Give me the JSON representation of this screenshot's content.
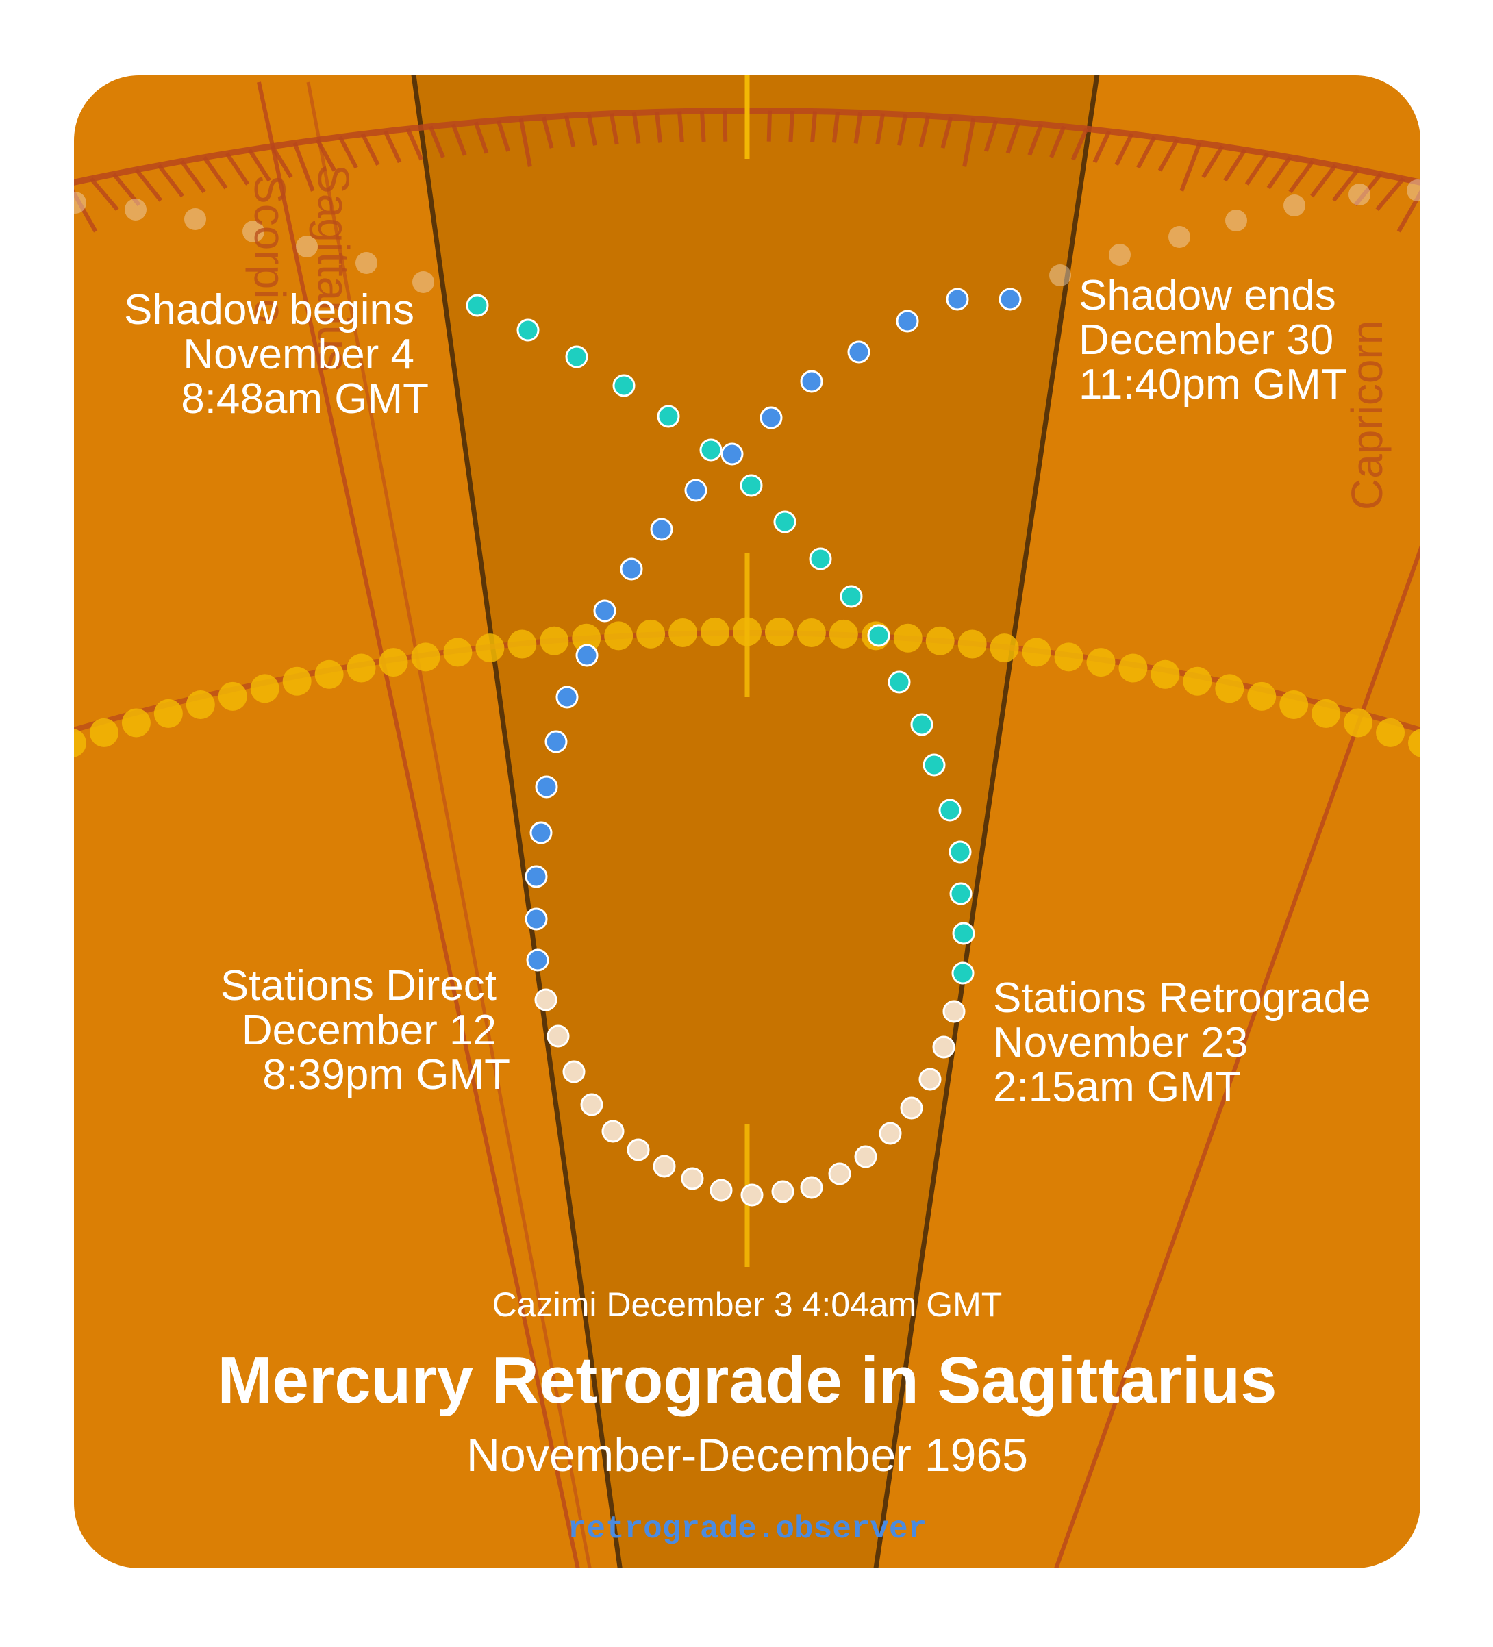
{
  "title": "Mercury Retrograde in Sagittarius",
  "subtitle": "November-December 1965",
  "cazimi": "Cazimi December 3 4:04am GMT",
  "site": "retrograde.observer",
  "signs": {
    "scorpio": "Scorpio",
    "sagittarius": "Sagittarius",
    "capricorn": "Capricorn"
  },
  "events": {
    "shadow_begins": {
      "line1": "Shadow begins",
      "line2": "November 4",
      "line3": "8:48am GMT"
    },
    "shadow_ends": {
      "line1": "Shadow ends",
      "line2": "December 30",
      "line3": "11:40pm GMT"
    },
    "stations_direct": {
      "line1": "Stations Direct",
      "line2": "December 12",
      "line3": "8:39pm GMT"
    },
    "stations_retrograde": {
      "line1": "Stations Retrograde",
      "line2": "November 23",
      "line3": "2:15am GMT"
    }
  },
  "colors": {
    "background": "#db7f05",
    "shadow_zone": "#c77300",
    "pre_shadow_dots": "#1ecfc0",
    "retrograde_dots": "#f2dcc2",
    "post_shadow_dots": "#4790e6",
    "sun_path": "#f2b705",
    "zodiac_ring": "#b8461c",
    "boundary_lines": "#5a3508",
    "site": "#4b8be0"
  },
  "path_phases": [
    "pre-shadow",
    "retrograde",
    "post-shadow"
  ]
}
